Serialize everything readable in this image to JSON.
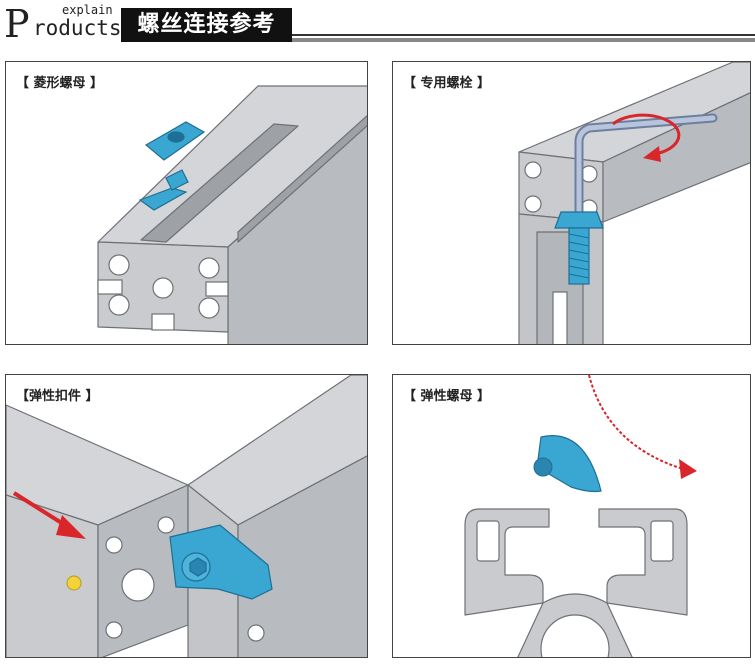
{
  "header": {
    "logo_letter": "P",
    "logo_rest": "roducts",
    "logo_superscript": "explain",
    "title": "螺丝连接参考"
  },
  "panels": [
    {
      "label": "【 菱形螺母 】"
    },
    {
      "label": "【 专用螺栓 】"
    },
    {
      "label": "【弹性扣件 】"
    },
    {
      "label": "【 弹性螺母 】"
    }
  ],
  "colors": {
    "aluminum": "#c9cbce",
    "aluminum_dark": "#8a8d91",
    "fastener_blue": "#3aa6d2",
    "arrow_red": "#d8262b",
    "bolt_steel": "#a9b7cf",
    "dot_yellow": "#f3d23a"
  }
}
